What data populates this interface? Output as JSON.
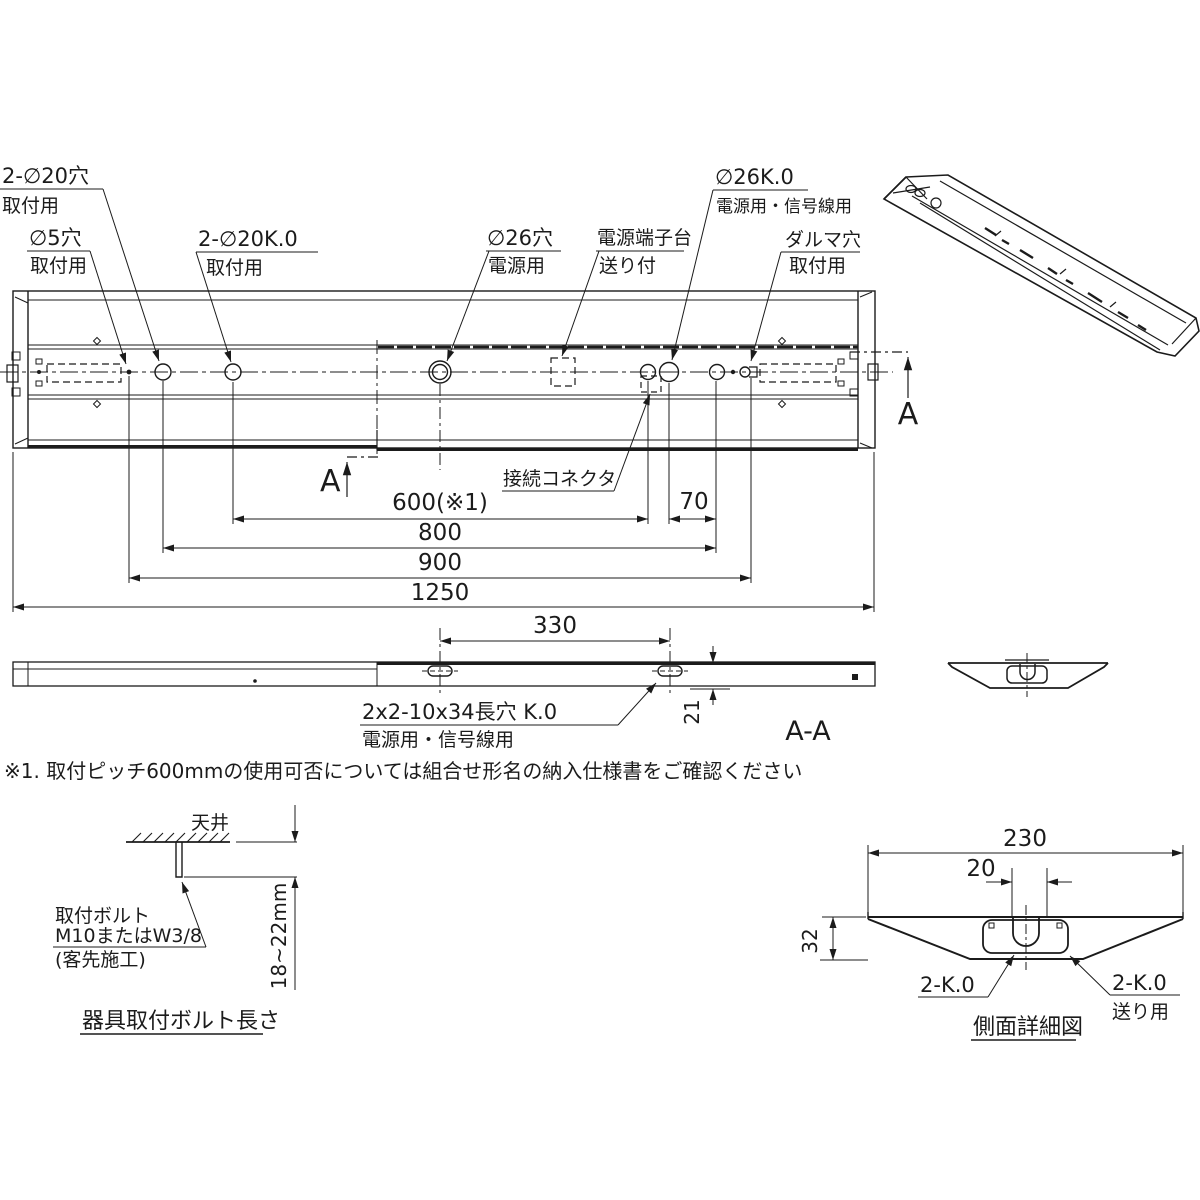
{
  "note": "※1. 取付ピッチ600mmの使用可否については組合せ形名の納入仕様書をご確認ください",
  "plan_view": {
    "label_2d20_l1": "2-∅20穴",
    "label_2d20_l2": "取付用",
    "label_d5_l1": "∅5穴",
    "label_d5_l2": "取付用",
    "label_2d20k0_l1": "2-∅20K.0",
    "label_2d20k0_l2": "取付用",
    "label_d26_l1": "∅26穴",
    "label_d26_l2": "電源用",
    "label_terminal_l1": "電源端子台",
    "label_terminal_l2": "送り付",
    "label_d26k0_l1": "∅26K.0",
    "label_d26k0_l2": "電源用・信号線用",
    "label_daruma_l1": "ダルマ穴",
    "label_daruma_l2": "取付用",
    "label_connector": "接続コネクタ",
    "section_marker_left": "A",
    "section_marker_right": "A",
    "dim_600": "600(※1)",
    "dim_70": "70",
    "dim_800": "800",
    "dim_900": "900",
    "dim_1250": "1250"
  },
  "side_view": {
    "dim_330": "330",
    "dim_21": "21",
    "label_slot_l1": "2x2-10x34長穴 K.0",
    "label_slot_l2": "電源用・信号線用",
    "section_label": "A-A"
  },
  "bolt_diagram": {
    "ceiling": "天井",
    "bolt_l1": "取付ボルト",
    "bolt_l2": "M10またはW3/8",
    "bolt_l3": "(客先施工)",
    "dim_range": "18~22mm",
    "title": "器具取付ボルト長さ"
  },
  "side_detail": {
    "dim_230": "230",
    "dim_20": "20",
    "dim_32": "32",
    "label_k0_left": "2-K.0",
    "label_k0_right": "2-K.0",
    "label_k0_right_sub": "送り用",
    "title": "側面詳細図"
  }
}
